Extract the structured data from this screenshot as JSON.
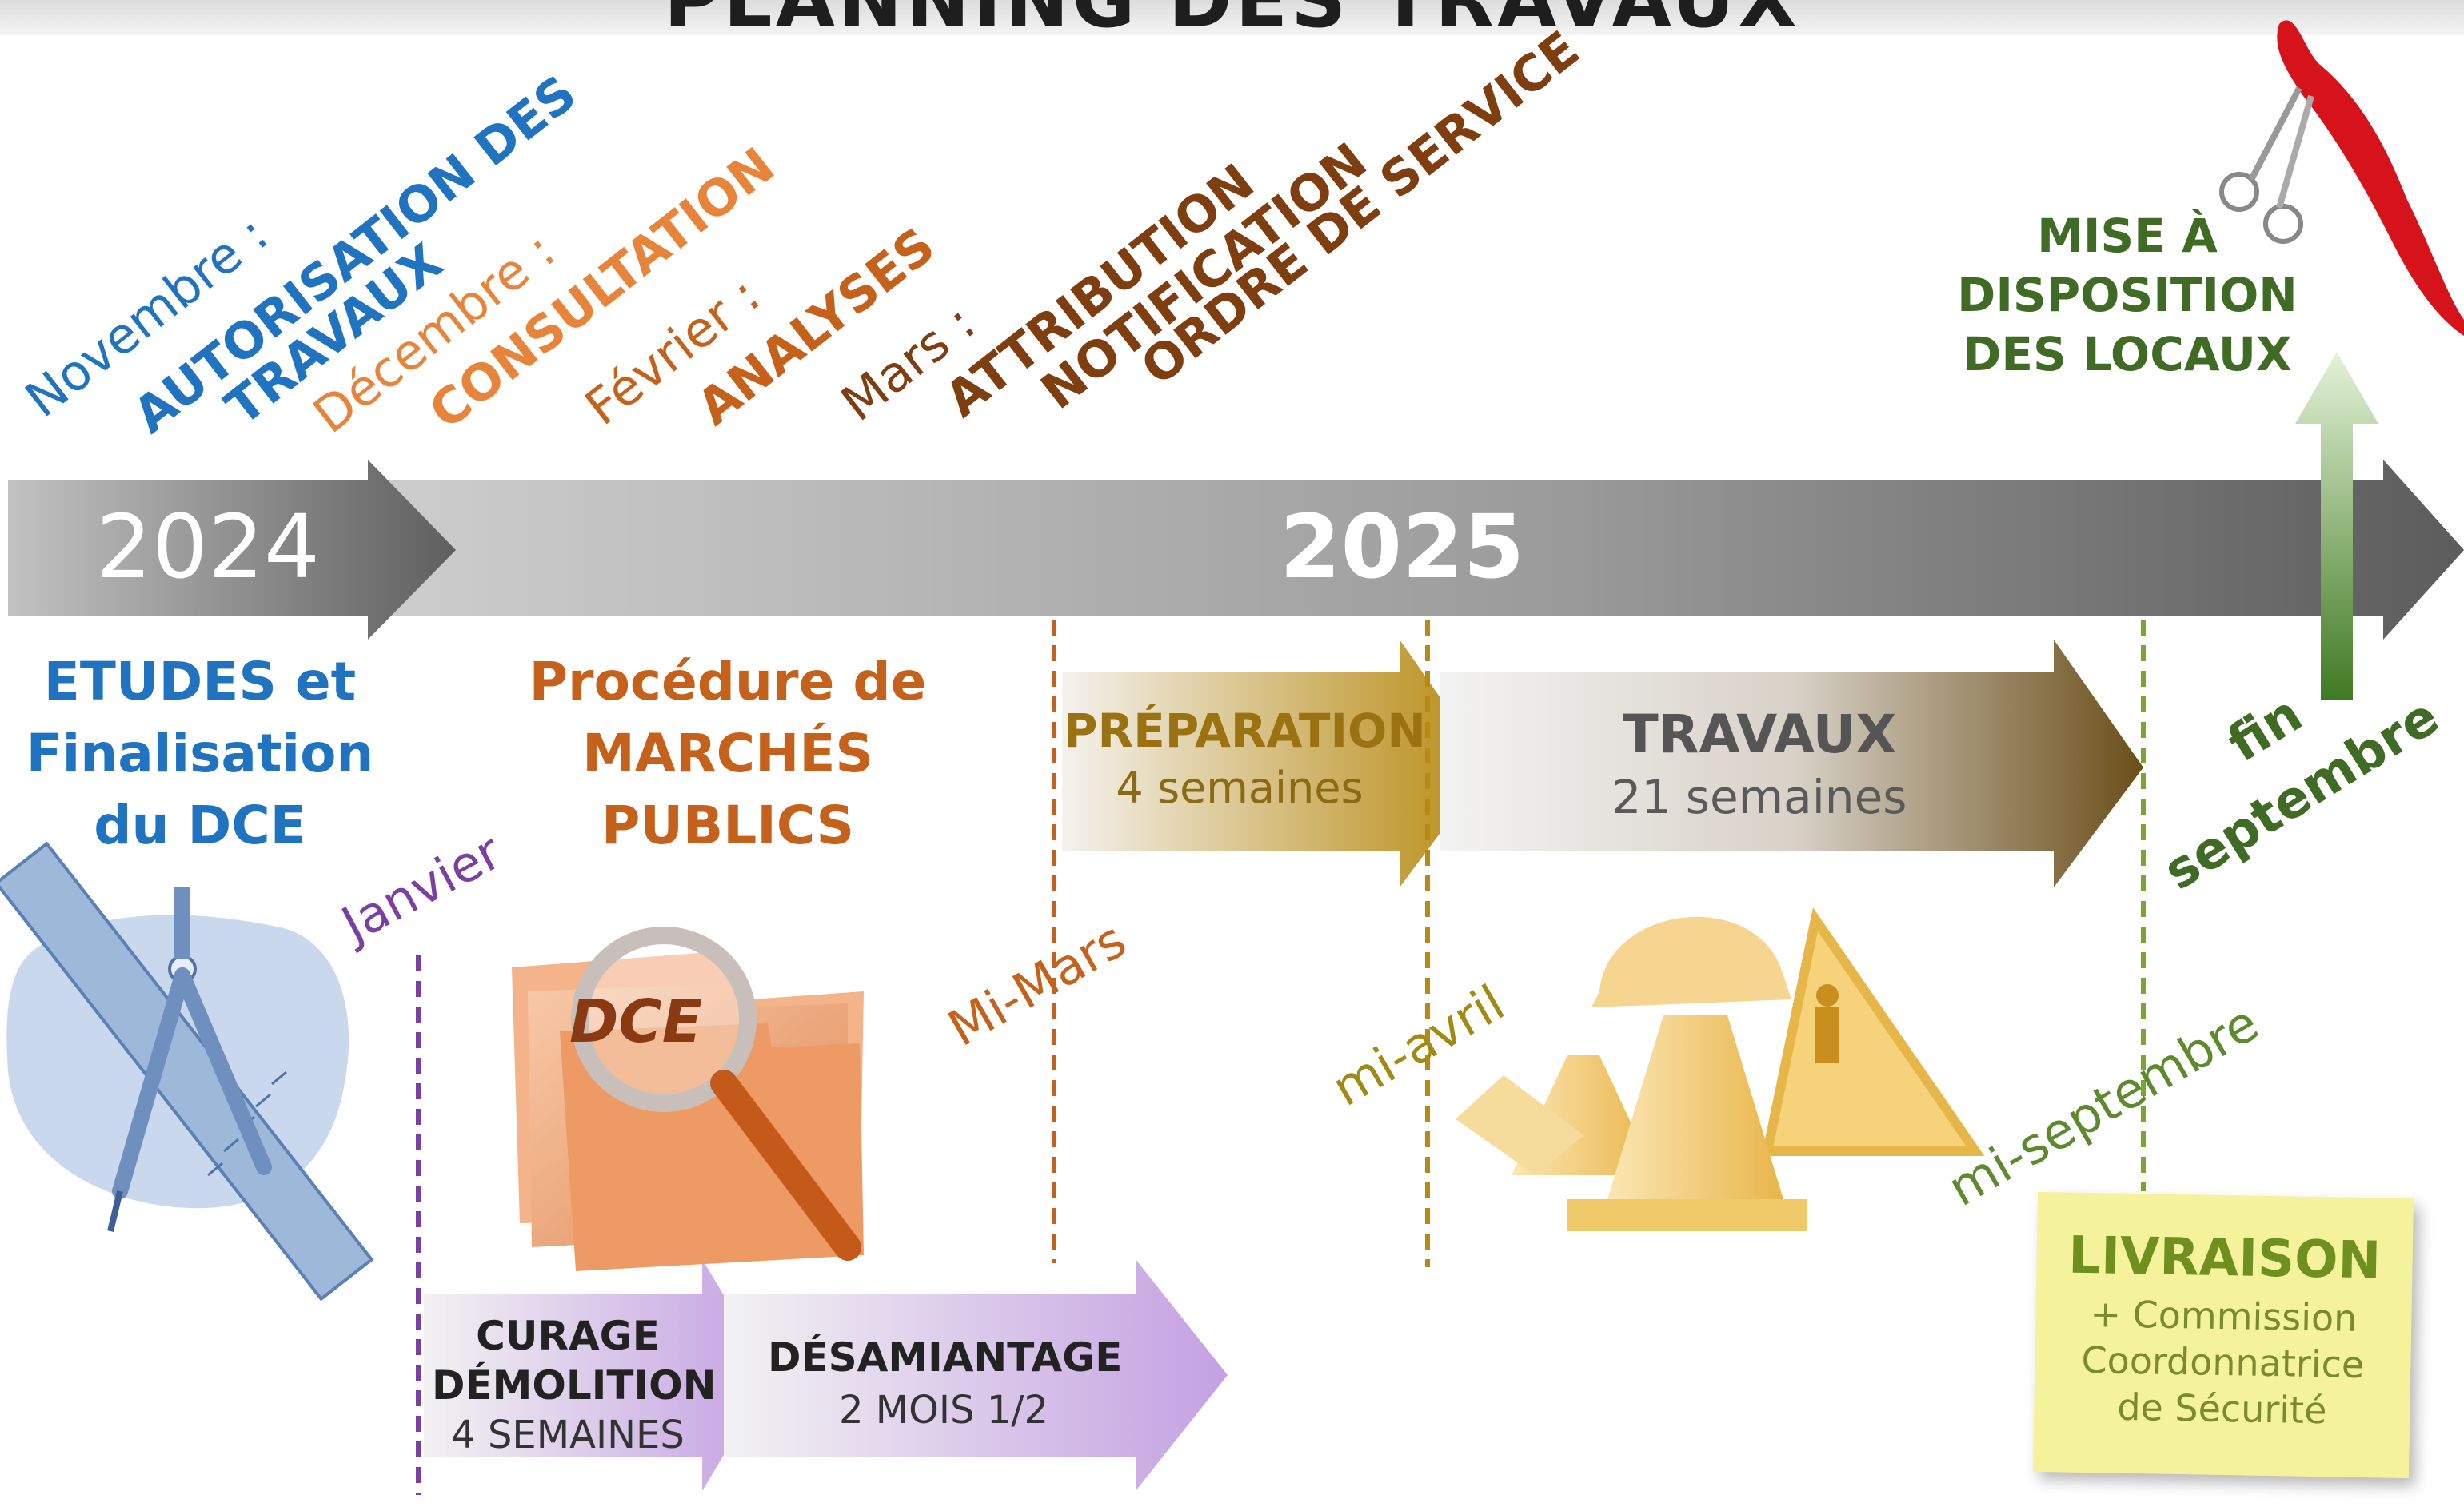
{
  "title": "PLANNING DES TRAVAUX",
  "timeline": {
    "year_a": "2024",
    "year_b": "2025"
  },
  "milestones": {
    "nov_month": "Novembre :",
    "nov_line1": "AUTORISATION DES",
    "nov_line2": "TRAVAUX",
    "dec_month": "Décembre :",
    "dec_label": "CONSULTATION",
    "feb_month": "Février :",
    "feb_label": "ANALYSES",
    "mar_month": "Mars :",
    "mar_line1": "ATTRIBUTION",
    "mar_line2": "NOTIFICATION",
    "mar_line3": "ORDRE DE SERVICE"
  },
  "phases": {
    "etudes": [
      "ETUDES et",
      "Finalisation",
      "du DCE"
    ],
    "procedure": [
      "Procédure de",
      "MARCHÉS",
      "PUBLICS"
    ],
    "preparation_title": "PRÉPARATION",
    "preparation_duration": "4 semaines",
    "travaux_title": "TRAVAUX",
    "travaux_duration": "21 semaines",
    "mise": [
      "MISE À",
      "DISPOSITION",
      "DES LOCAUX"
    ],
    "curage": [
      "CURAGE",
      "DÉMOLITION",
      "4 SEMAINES"
    ],
    "desamiantage_title": "DÉSAMIANTAGE",
    "desamiantage_duration": "2 MOIS 1/2",
    "dce_label": "DCE"
  },
  "dates": {
    "janvier": "Janvier",
    "mi_mars": "Mi-Mars",
    "mi_avril": "mi-avril",
    "mi_septembre": "mi-septembre",
    "fin_line1": "fin",
    "fin_line2": "septembre"
  },
  "livraison": {
    "title": "LIVRAISON",
    "lines": [
      "+ Commission",
      "Coordonnatrice",
      "de Sécurité"
    ]
  },
  "colors": {
    "blue": "#1f73c0",
    "orange": "#e8833a",
    "dark_orange": "#c5611b",
    "brown": "#7f3e0f",
    "gold": "#b88a12",
    "olive": "#8a8a12",
    "green": "#3f6b24",
    "purple": "#7a3fa3",
    "lime_green": "#7aa52e",
    "sticky": "#f4f39c"
  }
}
